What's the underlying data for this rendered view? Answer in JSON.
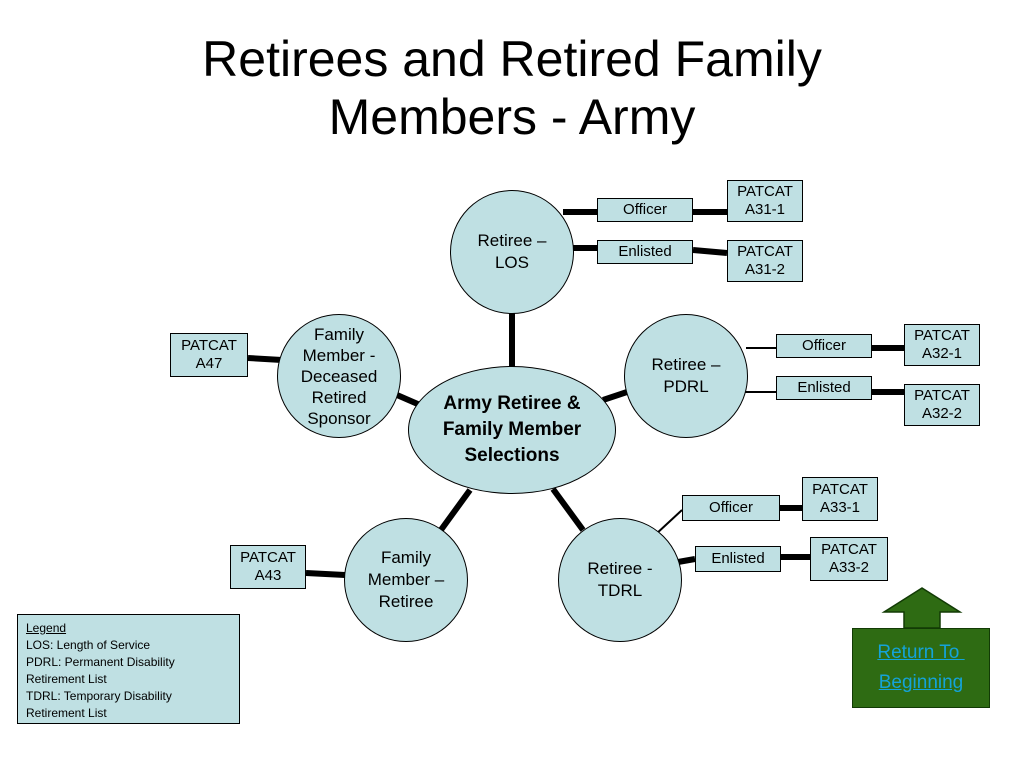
{
  "title_line1": "Retirees and Retired Family",
  "title_line2": "Members - Army",
  "center": {
    "line1": "Army Retiree &",
    "line2": "Family Member",
    "line3": "Selections"
  },
  "nodes": {
    "los": [
      "Retiree –",
      "LOS"
    ],
    "pdrl": [
      "Retiree –",
      "PDRL"
    ],
    "tdrl": [
      "Retiree -",
      "TDRL"
    ],
    "fm_retiree": [
      "Family",
      "Member –",
      "Retiree"
    ],
    "fm_deceased": [
      "Family",
      "Member -",
      "Deceased",
      "Retired",
      "Sponsor"
    ]
  },
  "boxes": {
    "los_officer": "Officer",
    "los_enlisted": "Enlisted",
    "a31_1": [
      "PATCAT",
      "A31-1"
    ],
    "a31_2": [
      "PATCAT",
      "A31-2"
    ],
    "pdrl_officer": "Officer",
    "pdrl_enlisted": "Enlisted",
    "a32_1": [
      "PATCAT",
      "A32-1"
    ],
    "a32_2": [
      "PATCAT",
      "A32-2"
    ],
    "tdrl_officer": "Officer",
    "tdrl_enlisted": "Enlisted",
    "a33_1": [
      "PATCAT",
      "A33-1"
    ],
    "a33_2": [
      "PATCAT",
      "A33-2"
    ],
    "a47": [
      "PATCAT",
      "A47"
    ],
    "a43": [
      "PATCAT",
      "A43"
    ]
  },
  "legend": {
    "heading": "Legend",
    "lines": [
      "LOS: Length of Service",
      "PDRL: Permanent Disability",
      "Retirement List",
      "TDRL: Temporary Disability",
      "Retirement List"
    ]
  },
  "return_button": {
    "line1": "Return To ",
    "line2": "Beginning"
  },
  "colors": {
    "fill": "#bfe0e3",
    "button_bg": "#2e6b13",
    "link_text": "#14a3d9"
  }
}
